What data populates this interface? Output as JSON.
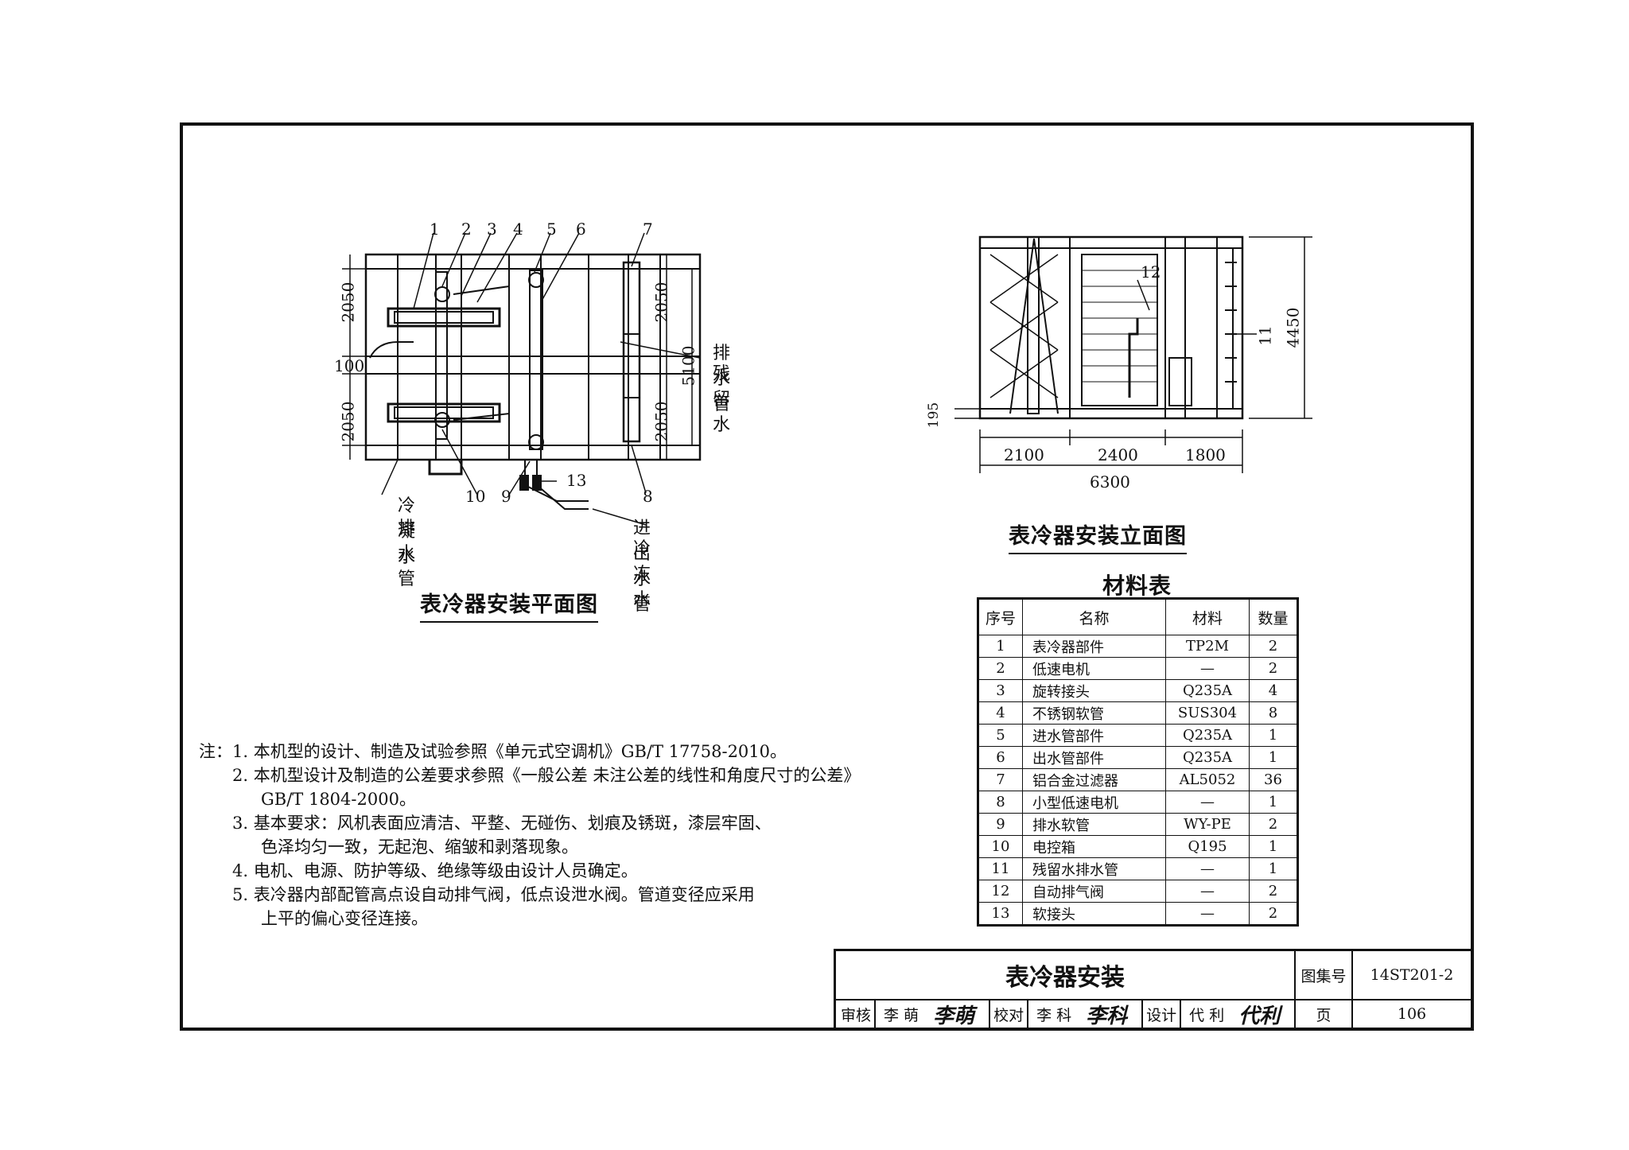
{
  "plan_view": {
    "title": "表冷器安装平面图",
    "dims": {
      "left_top": "2050",
      "left_bottom": "2050",
      "right_top": "2050",
      "right_bottom": "2050",
      "right_total": "5100",
      "small": "100"
    },
    "labels": {
      "drain_pipe": "排水管",
      "residual_water": "残留水",
      "condensate_water": "冷凝水",
      "condensate_drain": "排水管",
      "inlet_outlet_pipe": "进出水管",
      "chilled_water": "冷冻水"
    },
    "callouts": [
      "1",
      "2",
      "3",
      "4",
      "5",
      "6",
      "7",
      "8",
      "9",
      "10",
      "13"
    ]
  },
  "elevation_view": {
    "title": "表冷器安装立面图",
    "dims": {
      "height": "4450",
      "base": "195",
      "seg1": "2100",
      "seg2": "2400",
      "seg3": "1800",
      "total": "6300",
      "callout_11": "11",
      "callout_12": "12"
    }
  },
  "materials": {
    "title": "材料表",
    "headers": [
      "序号",
      "名称",
      "材料",
      "数量"
    ],
    "rows": [
      [
        "1",
        "表冷器部件",
        "TP2M",
        "2"
      ],
      [
        "2",
        "低速电机",
        "—",
        "2"
      ],
      [
        "3",
        "旋转接头",
        "Q235A",
        "4"
      ],
      [
        "4",
        "不锈钢软管",
        "SUS304",
        "8"
      ],
      [
        "5",
        "进水管部件",
        "Q235A",
        "1"
      ],
      [
        "6",
        "出水管部件",
        "Q235A",
        "1"
      ],
      [
        "7",
        "铝合金过滤器",
        "AL5052",
        "36"
      ],
      [
        "8",
        "小型低速电机",
        "—",
        "1"
      ],
      [
        "9",
        "排水软管",
        "WY-PE",
        "2"
      ],
      [
        "10",
        "电控箱",
        "Q195",
        "1"
      ],
      [
        "11",
        "残留水排水管",
        "—",
        "1"
      ],
      [
        "12",
        "自动排气阀",
        "—",
        "2"
      ],
      [
        "13",
        "软接头",
        "—",
        "2"
      ]
    ]
  },
  "notes": {
    "n1": "注：1. 本机型的设计、制造及试验参照《单元式空调机》GB/T 17758-2010。",
    "n2": "2. 本机型设计及制造的公差要求参照《一般公差 未注公差的线性和角度尺寸的公差》",
    "n2b": "GB/T 1804-2000。",
    "n3": "3. 基本要求：风机表面应清洁、平整、无碰伤、划痕及锈斑，漆层牢固、",
    "n3b": "色泽均匀一致，无起泡、缩皱和剥落现象。",
    "n4": "4. 电机、电源、防护等级、绝缘等级由设计人员确定。",
    "n5": "5. 表冷器内部配管高点设自动排气阀，低点设泄水阀。管道变径应采用",
    "n5b": "上平的偏心变径连接。"
  },
  "title_block": {
    "title": "表冷器安装",
    "atlas_label": "图集号",
    "atlas_no": "14ST201-2",
    "page_label": "页",
    "page_no": "106",
    "review_label": "审核",
    "reviewer": "李 萌",
    "reviewer_sig": "李萌",
    "check_label": "校对",
    "checker": "李 科",
    "checker_sig": "李科",
    "design_label": "设计",
    "designer": "代 利",
    "designer_sig": "代利"
  }
}
